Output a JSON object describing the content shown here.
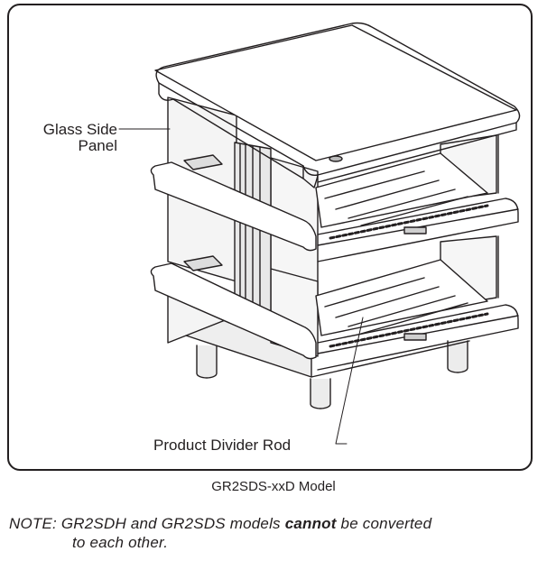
{
  "labels": {
    "glass_side_panel_line1": "Glass Side",
    "glass_side_panel_line2": "Panel",
    "product_divider_rod": "Product Divider Rod"
  },
  "caption": "GR2SDS-xxD Model",
  "note": {
    "prefix": "NOTE: GR2SDH and GR2SDS models ",
    "emphasis": "cannot",
    "suffix": " be converted",
    "line2": "to each other."
  },
  "colors": {
    "line": "#231f20",
    "panel_fill": "#f4f4f4",
    "shade": "#d9d9d9"
  }
}
